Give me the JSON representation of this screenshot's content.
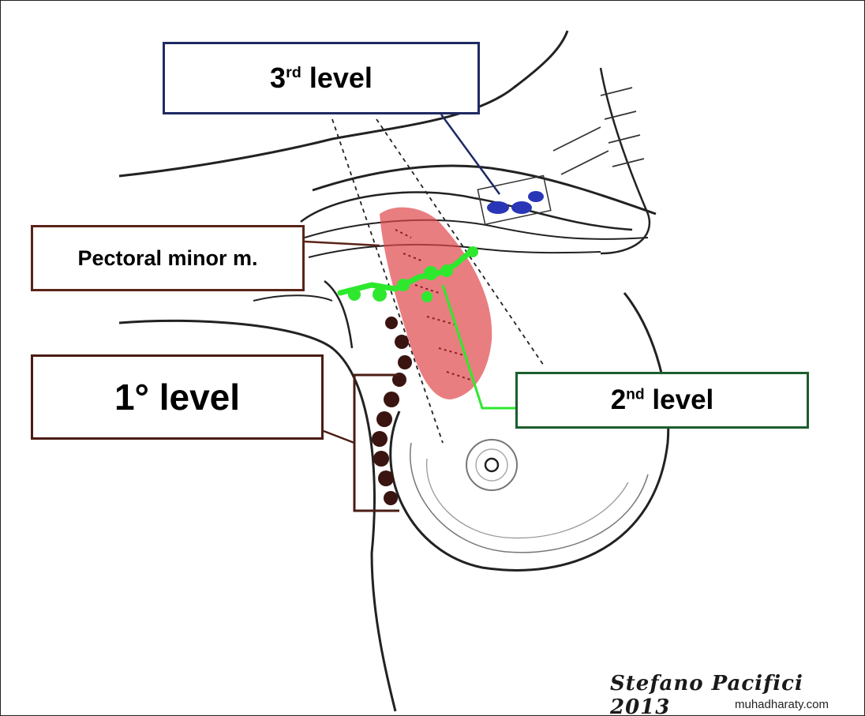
{
  "diagram": {
    "labels": {
      "level3": {
        "prefix": "3",
        "sup": "rd",
        "suffix": " level"
      },
      "pectoral": "Pectoral minor m.",
      "level1": "1° level",
      "level2": {
        "prefix": "2",
        "sup": "nd",
        "suffix": " level"
      }
    },
    "signature": "Stefano Pacifici 2013",
    "watermark": "muhadharaty.com",
    "colors": {
      "level3": "#1f2a63",
      "level2": "#1c5e2e",
      "level1": "#4a1c14",
      "pectoral_muscle": "#e0474c",
      "level3_nodes": "#2a36b8",
      "level2_nodes": "#2ee82e",
      "level1_nodes": "#3a1410"
    }
  }
}
